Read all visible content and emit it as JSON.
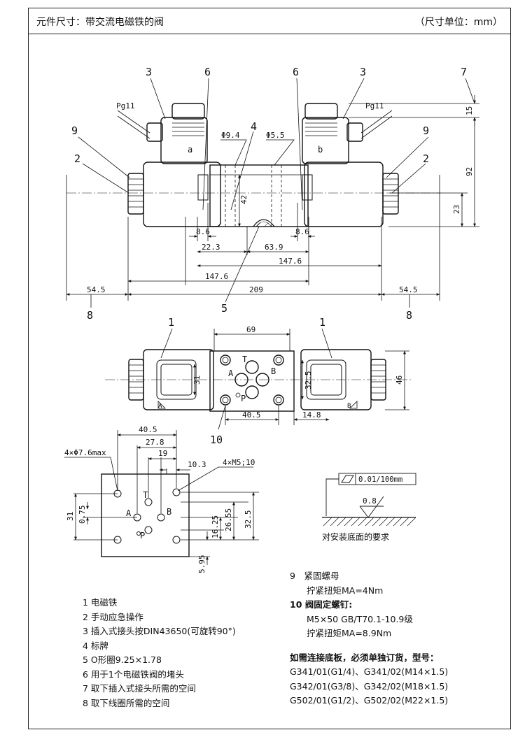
{
  "header": {
    "title": "元件尺寸：带交流电磁铁的阀",
    "unit": "（尺寸单位：mm）"
  },
  "top_view": {
    "callouts": [
      "3",
      "6",
      "6",
      "3",
      "7",
      "9",
      "9",
      "2",
      "2",
      "4",
      "5",
      "8",
      "8"
    ],
    "pg_label": "Pg11",
    "coil_a": "a",
    "coil_b": "b",
    "dims": {
      "d94": "Φ9.4",
      "d55": "Φ5.5",
      "v42": "42",
      "v15": "15",
      "v92": "92",
      "v23": "23",
      "h86a": "8.6",
      "h86b": "8.6",
      "h223": "22.3",
      "h639": "63.9",
      "h1476a": "147.6",
      "h1476b": "147.6",
      "h545a": "54.5",
      "h209": "209",
      "h545b": "54.5"
    }
  },
  "plan_view": {
    "callouts": [
      "1",
      "1",
      "10"
    ],
    "dims": {
      "h69": "69",
      "v31": "31",
      "v325": "32.5",
      "v46": "46",
      "h405": "40.5",
      "h148": "14.8"
    },
    "ports": {
      "T": "T",
      "A": "A",
      "B": "B",
      "P": "P"
    },
    "corner_a": "A",
    "corner_b": "B"
  },
  "mount_face": {
    "hole_label": "4×Φ7.6max",
    "thread_label": "4×M5;10",
    "dims": {
      "h405": "40.5",
      "h278": "27.8",
      "h19": "19",
      "h103": "10.3",
      "v31": "31",
      "v075": "0.75",
      "v1625": "16.25",
      "v2655": "26.55",
      "v325": "32.5",
      "v595": "5.95"
    },
    "ports": {
      "T": "T",
      "A": "A",
      "B": "B",
      "P": "P"
    }
  },
  "surface": {
    "flatness": "0.01/100mm",
    "roughness": "0.8",
    "caption": "对安装底面的要求"
  },
  "legend_left": [
    "1 电磁铁",
    "2 手动应急操作",
    "3 插入式接头按DIN43650(可旋转90°)",
    "4 标牌",
    "5 O形圈9.25×1.78",
    "6 用于1个电磁铁阀的堵头",
    "7 取下插入式接头所需的空间",
    "8 取下线圈所需的空间"
  ],
  "legend_right": {
    "item9_title": "9　紧固螺母",
    "item9_detail": "拧紧扭矩MA=4Nm",
    "item10_title": "10 阀固定螺钉:",
    "item10_detail1": "M5×50 GB/T70.1-10.9级",
    "item10_detail2": "拧紧扭矩MA=8.9Nm",
    "order_title": "如需连接底板，必须单独订货，型号：",
    "order_lines": [
      "G341/01(G1/4)、G341/02(M14×1.5)",
      "G342/01(G3/8)、G342/02(M18×1.5)",
      "G502/01(G1/2)、G502/02(M22×1.5)"
    ]
  }
}
